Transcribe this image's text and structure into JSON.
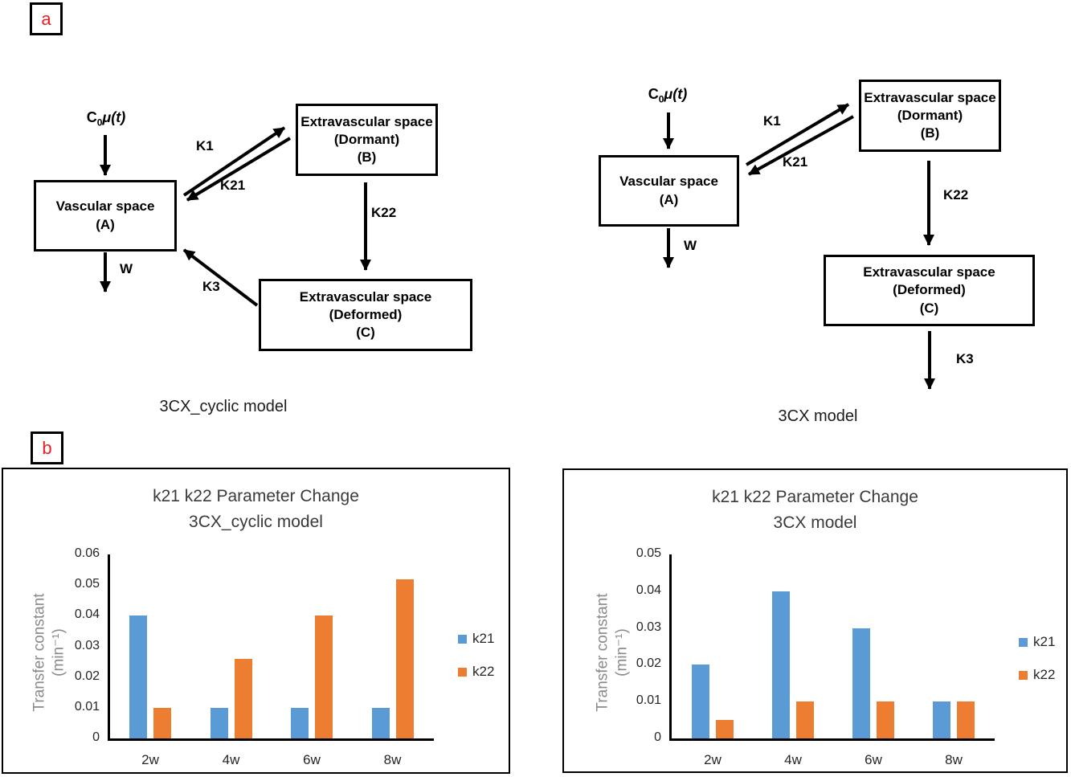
{
  "panel_labels": {
    "a": "a",
    "b": "b"
  },
  "accent_colors": {
    "panel_letter_red": "#ed1c24",
    "k21_blue": "#5B9BD5",
    "k22_orange": "#ED7D31"
  },
  "diagrams": [
    {
      "caption": "3CX_cyclic model",
      "input": {
        "c": "C",
        "sub": "0",
        "mut": "μ(t)"
      },
      "boxes": {
        "A": {
          "line1": "Vascular space",
          "line2": "(A)"
        },
        "B": {
          "line1": "Extravascular space",
          "line2": "(Dormant)",
          "line3": "(B)"
        },
        "C": {
          "line1": "Extravascular space",
          "line2": "(Deformed)",
          "line3": "(C)"
        }
      },
      "arrows": {
        "k1": "K1",
        "k21": "K21",
        "k22": "K22",
        "k3": "K3",
        "w": "W"
      }
    },
    {
      "caption": "3CX model",
      "input": {
        "c": "C",
        "sub": "0",
        "mut": "μ(t)"
      },
      "boxes": {
        "A": {
          "line1": "Vascular space",
          "line2": "(A)"
        },
        "B": {
          "line1": "Extravascular space",
          "line2": "(Dormant)",
          "line3": "(B)"
        },
        "C": {
          "line1": "Extravascular space",
          "line2": "(Deformed)",
          "line3": "(C)"
        }
      },
      "arrows": {
        "k1": "K1",
        "k21": "K21",
        "k22": "K22",
        "k3": "K3",
        "w": "W"
      }
    }
  ],
  "chart_data": [
    {
      "type": "bar",
      "title_lines": [
        "k21 k22 Parameter Change",
        "3CX_cyclic model"
      ],
      "ylabel_lines": [
        "Transfer constant",
        "(min⁻¹)"
      ],
      "categories": [
        "2w",
        "4w",
        "6w",
        "8w"
      ],
      "series": [
        {
          "name": "k21",
          "color": "#5B9BD5",
          "values": [
            0.04,
            0.01,
            0.01,
            0.01
          ]
        },
        {
          "name": "k22",
          "color": "#ED7D31",
          "values": [
            0.01,
            0.026,
            0.04,
            0.052
          ]
        }
      ],
      "ylim": [
        0,
        0.06
      ],
      "ytick_labels": [
        "0.06",
        "0.05",
        "0.04",
        "0.03",
        "0.02",
        "0.01",
        "0"
      ],
      "grid": "off",
      "legend_position": "right"
    },
    {
      "type": "bar",
      "title_lines": [
        "k21 k22 Parameter Change",
        "3CX model"
      ],
      "ylabel_lines": [
        "Transfer constant",
        "(min⁻¹)"
      ],
      "categories": [
        "2w",
        "4w",
        "6w",
        "8w"
      ],
      "series": [
        {
          "name": "k21",
          "color": "#5B9BD5",
          "values": [
            0.02,
            0.04,
            0.03,
            0.01
          ]
        },
        {
          "name": "k22",
          "color": "#ED7D31",
          "values": [
            0.005,
            0.01,
            0.01,
            0.01
          ]
        }
      ],
      "ylim": [
        0,
        0.05
      ],
      "ytick_labels": [
        "0.05",
        "0.04",
        "0.03",
        "0.02",
        "0.01",
        "0"
      ],
      "grid": "off",
      "legend_position": "right"
    }
  ]
}
